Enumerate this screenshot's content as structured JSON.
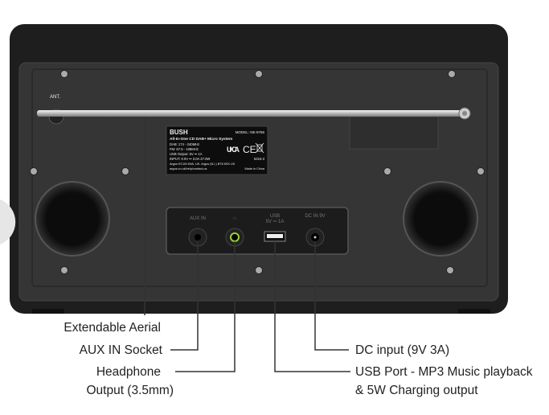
{
  "label": {
    "brand": "BUSH",
    "model": "MODEL: NE-9765",
    "product": "All-In-One CD DAB+ Micro System",
    "dab": "DAB: 174 - 240MHz",
    "fm": "FM: 87.5 - 108MHz",
    "usb_output": "USB Output: 5V ⎓ 1A",
    "input": "INPUT: 9.0V ⎓ 3.0A  27.0W",
    "code": "5315-3",
    "address": "Argos EC1M 6HA, UK. Argos (N.I.) BT8 6SX UK",
    "web": "argos.co.uk/help/contact-us",
    "origin": "Made in China",
    "ukca": "UK CA",
    "ce": "CE"
  },
  "antenna_label": "ANT.",
  "ports": {
    "aux": "AUX IN",
    "headphone": "∩",
    "usb": "USB",
    "usb_rating": "5V ⎓ 1A",
    "dc": "DC IN 9V"
  },
  "callouts": {
    "aerial": "Extendable Aerial",
    "aux": "AUX IN Socket",
    "headphone_line1": "Headphone",
    "headphone_line2": "Output (3.5mm)",
    "dc": "DC input (9V 3A)",
    "usb_line1": "USB Port - MP3 Music playback",
    "usb_line2": "& 5W Charging output"
  }
}
